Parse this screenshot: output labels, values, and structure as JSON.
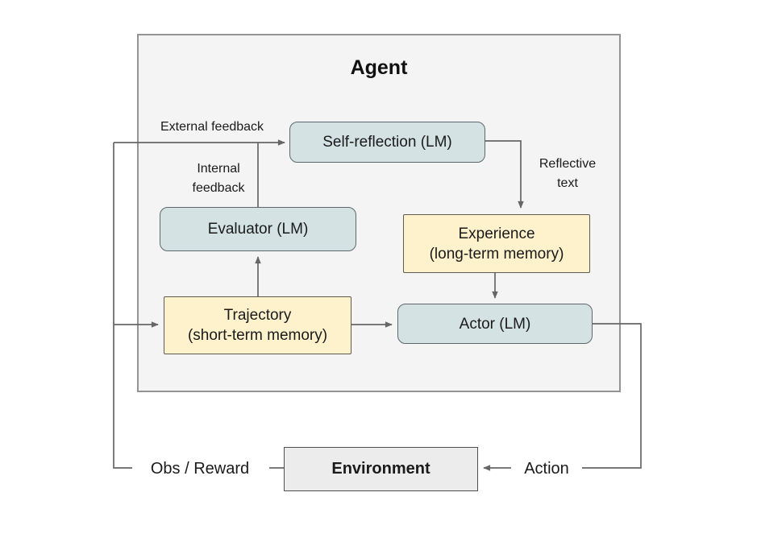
{
  "diagram": {
    "title": "Agent",
    "nodes": {
      "self_reflection": {
        "label": "Self-reflection (LM)"
      },
      "evaluator": {
        "label": "Evaluator (LM)"
      },
      "experience": {
        "line1": "Experience",
        "line2": "(long-term memory)"
      },
      "trajectory": {
        "line1": "Trajectory",
        "line2": "(short-term memory)"
      },
      "actor": {
        "label": "Actor (LM)"
      },
      "environment": {
        "label": "Environment"
      }
    },
    "labels": {
      "external_feedback": "External feedback",
      "internal_feedback": "Internal\nfeedback",
      "reflective_text": "Reflective\ntext",
      "obs_reward": "Obs / Reward",
      "action": "Action"
    },
    "colors": {
      "box_blue": "#d5e2e3",
      "box_yellow": "#fdf2cc",
      "box_grey": "#ececec",
      "agent_bg": "#f4f4f4",
      "line": "#666666"
    }
  }
}
